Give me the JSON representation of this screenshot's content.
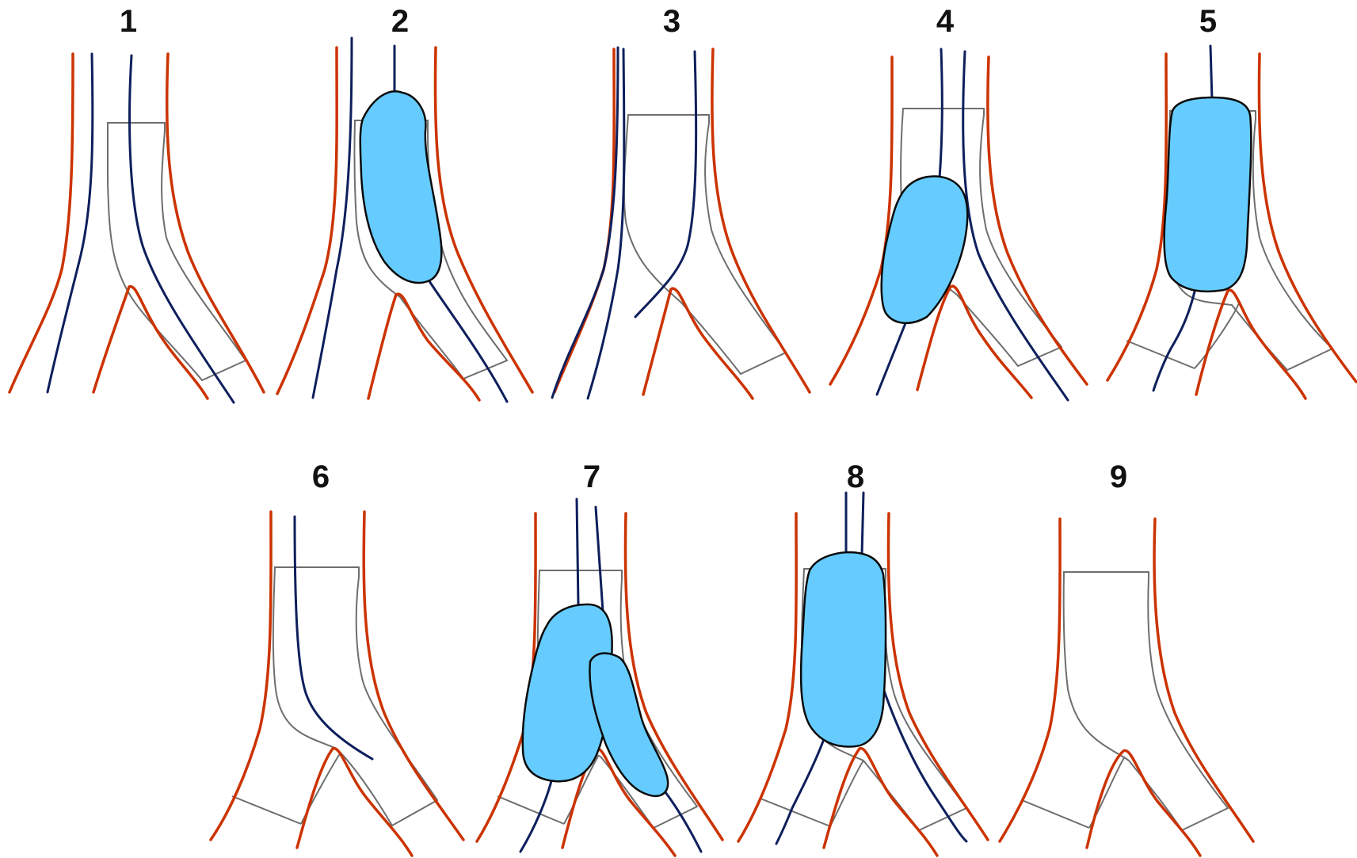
{
  "panels": [
    {
      "label": "1"
    },
    {
      "label": "2"
    },
    {
      "label": "3"
    },
    {
      "label": "4"
    },
    {
      "label": "5"
    },
    {
      "label": "6"
    },
    {
      "label": "7"
    },
    {
      "label": "8"
    },
    {
      "label": "9"
    }
  ],
  "colors": {
    "vessel_wall": "#cc3300",
    "graft_outline": "#6e6e6e",
    "guidewire": "#0e1f5c",
    "balloon_fill": "#66ccff",
    "balloon_outline": "#0a0a0a"
  }
}
